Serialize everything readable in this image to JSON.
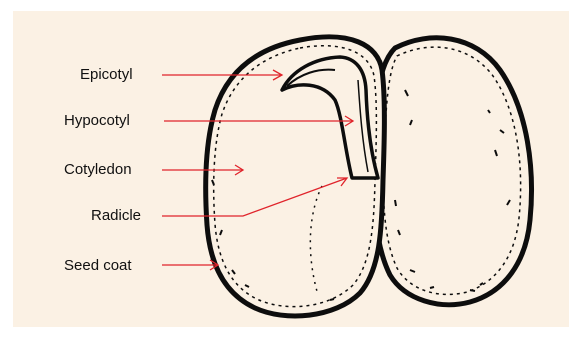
{
  "labels": {
    "epicotyl": "Epicotyl",
    "hypocotyl": "Hypocotyl",
    "cotyledon": "Cotyledon",
    "radicle": "Radicle",
    "seed_coat": "Seed coat"
  },
  "colors": {
    "background": "#fbf1e4",
    "pointer": "#e0242b",
    "outline": "#0d0d0d",
    "seed_fill": "#fbf1e4"
  }
}
